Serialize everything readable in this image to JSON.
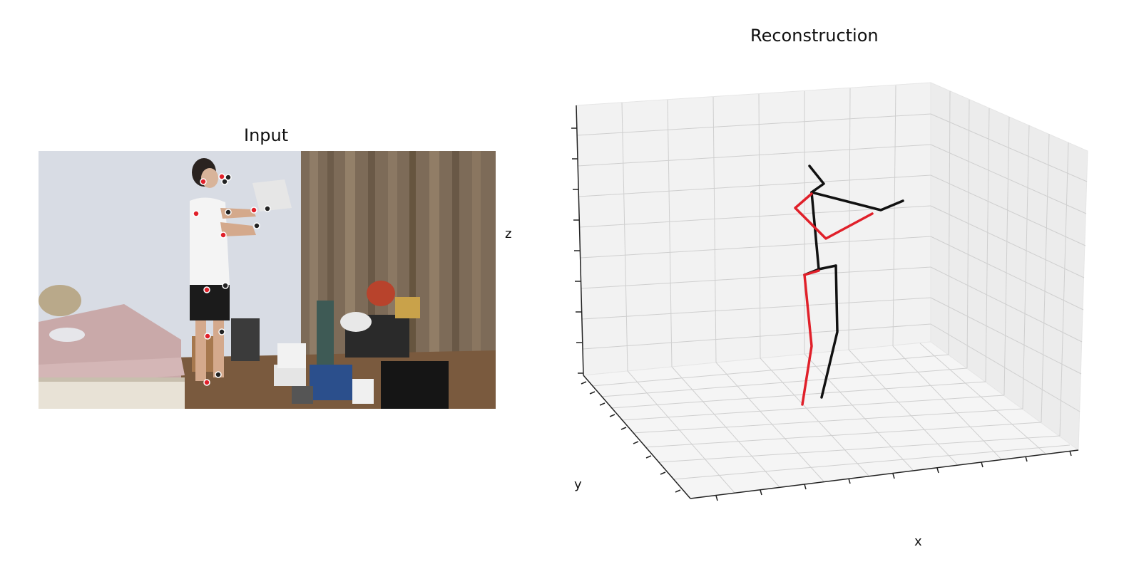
{
  "figure": {
    "input_panel": {
      "title": "Input",
      "image_description_name": "video-frame-person-in-bedroom",
      "keypoint_colors": {
        "right": "#e0202a",
        "left": "#ffffff"
      }
    },
    "reconstruction_panel": {
      "title": "Reconstruction",
      "axis_labels": {
        "x": "x",
        "y": "y",
        "z": "z"
      },
      "pane_color": "#f2f2f2",
      "grid_color": "#cfcfcf",
      "skeleton_colors": {
        "left": "#111111",
        "right": "#e0202a"
      }
    }
  }
}
